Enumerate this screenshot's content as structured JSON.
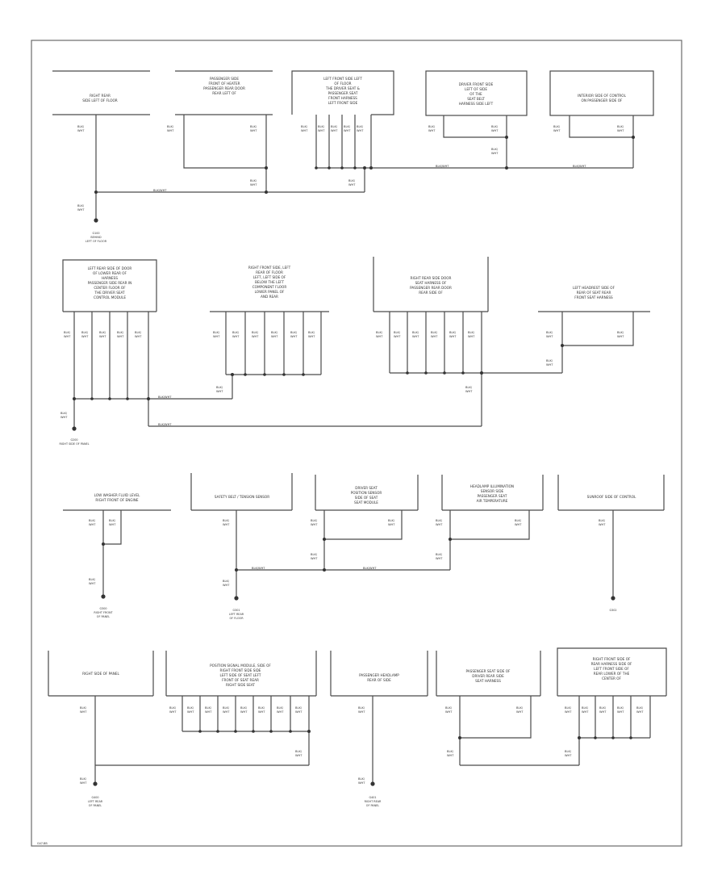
{
  "diagram": {
    "page_code": "G47-BB",
    "colors": {
      "frame": "#6b6b6b",
      "wire": "#4a4a4a",
      "text": "#333333",
      "background": "#ffffff"
    },
    "section1": {
      "components": {
        "a": [
          "RIGHT REAR",
          "SIDE LEFT OF FLOOR"
        ],
        "b": [
          "PASSENGER SIDE",
          "FRONT OF HEATER",
          "PASSENGER REAR DOOR",
          "REAR LEFT OF"
        ],
        "c": [
          "LEFT FRONT SIDE LEFT",
          "OF FLOOR",
          "THE DRIVER SEAT &",
          "PASSENGER SEAT",
          "FRONT HARNESS",
          "LEFT FRONT SIDE"
        ],
        "d": [
          "DRIVER FRONT SIDE",
          "LEFT OF SIDE",
          "OF THE",
          "SEAT BELT",
          "HARNESS SIDE LEFT"
        ],
        "e": [
          "INTERIOR SIDE OF CONTROL",
          "ON PASSENGER SIDE OF"
        ]
      },
      "wires": [
        "BLK/",
        "WHT",
        "BLK/WHT"
      ],
      "ground": [
        "G100",
        "BEHIND",
        "LEFT OF FLOOR"
      ]
    },
    "section2": {
      "components": {
        "a": [
          "LEFT REAR SIDE OF DOOR",
          "OF LOWER REAR OF",
          "HARNESS",
          "PASSENGER SIDE REAR IN",
          "CENTER FLOOR OF",
          "THE DRIVER SEAT",
          "CONTROL MODULE"
        ],
        "b": [
          "RIGHT FRONT SIDE, LEFT",
          "REAR OF FLOOR",
          "LEFT, LEFT SIDE OF",
          "BELOW THE LEFT",
          "COMPONENT FLOOR",
          "LOWER PANEL OF",
          "AND REAR"
        ],
        "c": [
          "RIGHT REAR SIDE DOOR",
          "SEAT HARNESS OF",
          "PASSENGER REAR DOOR",
          "REAR SIDE OF"
        ],
        "d": [
          "LEFT HEADREST SIDE OF",
          "REAR OF SEAT REAR",
          "FRONT SEAT HARNESS"
        ]
      },
      "wires": [
        "BLK/",
        "WHT",
        "BLK/WHT"
      ],
      "ground": [
        "G200",
        "RIGHT SIDE OF PANEL"
      ]
    },
    "section3": {
      "components": {
        "a": [
          "LOW WASHER FLUID LEVEL",
          "RIGHT FRONT OF ENGINE"
        ],
        "b": [
          "SAFETY BELT / TENSION SENSOR"
        ],
        "c": [
          "DRIVER SEAT",
          "POSITION SENSOR",
          "SIDE OF SEAT",
          "SEAT MODULE"
        ],
        "d": [
          "HEADLAMP ILLUMINATION",
          "SENSOR SIDE",
          "PASSENGER SEAT",
          "AIR TEMPERATURE"
        ],
        "e": [
          "SUNROOF SIDE OF CONTROL"
        ]
      },
      "wires": [
        "BLK/",
        "WHT",
        "BLK/WHT"
      ],
      "grounds": {
        "a": [
          "G300",
          "RIGHT FRONT",
          "OF PANEL"
        ],
        "b": [
          "G301",
          "LEFT REAR",
          "OF FLOOR"
        ],
        "c": [
          "G302"
        ]
      }
    },
    "section4": {
      "components": {
        "a": [
          "RIGHT SIDE OF PANEL"
        ],
        "b": [
          "POSITION SIGNAL MODULE, SIDE OF",
          "RIGHT FRONT SIDE SIDE",
          "LEFT SIDE OF SEAT LEFT",
          "FRONT OF SEAT REAR",
          "RIGHT SIDE SEAT"
        ],
        "c": [
          "PASSENGER HEADLAMP",
          "REAR OF SIDE"
        ],
        "d": [
          "PASSENGER SEAT SIDE OF",
          "DRIVER REAR SIDE",
          "SEAT HARNESS"
        ],
        "e": [
          "RIGHT FRONT SIDE OF",
          "REAR HARNESS SIDE OF",
          "LEFT FRONT SIDE OF",
          "REAR LOWER OF THE",
          "CENTER OF"
        ]
      },
      "wires": [
        "BLK/",
        "WHT"
      ],
      "grounds": {
        "a": [
          "G400",
          "LEFT REAR",
          "OF PANEL"
        ],
        "b": [
          "G401",
          "RIGHT REAR",
          "OF PANEL"
        ]
      }
    }
  }
}
